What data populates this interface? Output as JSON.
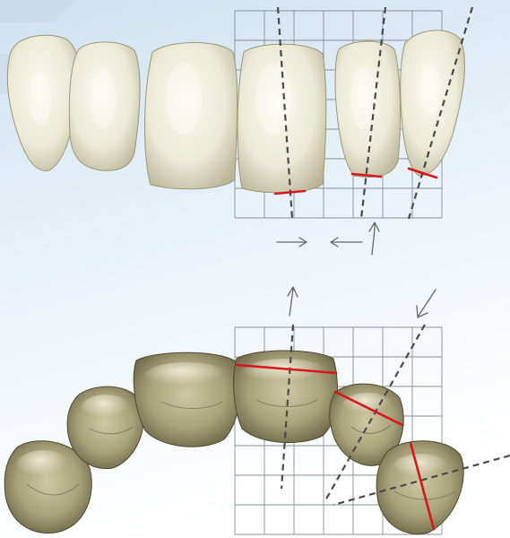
{
  "figure": {
    "upper_view": {
      "teeth": [
        "canine-left",
        "lateral-incisor-left",
        "central-incisor-left",
        "central-incisor-right",
        "lateral-incisor-right",
        "canine-right"
      ],
      "axis_lines": 3,
      "incisal_marks": 3
    },
    "lower_view": {
      "teeth": [
        "premolar-left",
        "canine-left",
        "lateral-incisor-left",
        "central-incisor-right",
        "lateral-incisor-right",
        "canine-right"
      ],
      "axis_lines": 3,
      "incisal_marks": 3
    },
    "arrows": [
      "arrow-right",
      "arrow-left",
      "arrow-up",
      "arrow-up",
      "arrow-down-left"
    ],
    "colors": {
      "background_top": "#d6e6f3",
      "background_bottom": "#ffffff",
      "grid": "#8a8f94",
      "axis_line": "#4a4a4a",
      "incisal_mark": "#d9161c",
      "enamel_light": "#f6f4e6",
      "enamel_dark": "#b7b293",
      "occlusal_light": "#d8d3b4",
      "occlusal_dark": "#5e5a3c",
      "arrow": "#666666"
    }
  }
}
